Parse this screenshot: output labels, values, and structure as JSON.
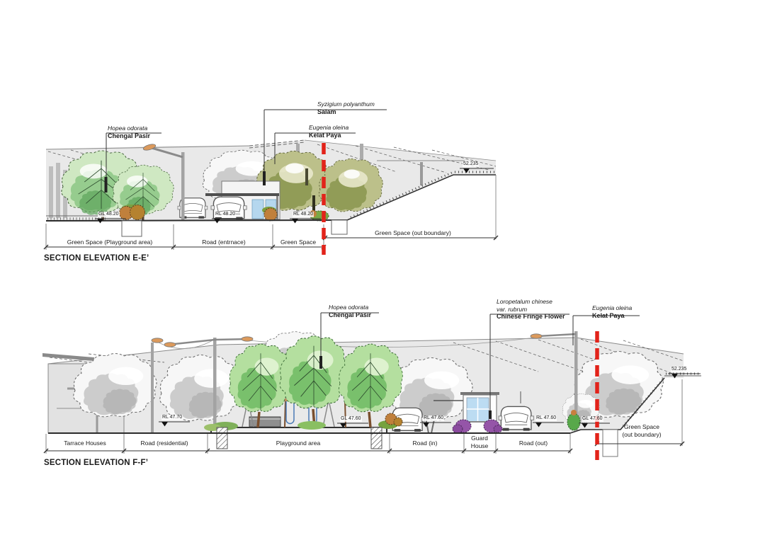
{
  "ee": {
    "title": "SECTION ELEVATION E-E’",
    "plants": [
      {
        "species": "Hopea odorata",
        "common": "Chengal Pasir"
      },
      {
        "species": "Syzigium polyanthum",
        "common": "Salam"
      },
      {
        "species": "Eugenia oleina",
        "common": "Kelat Paya"
      }
    ],
    "levels": [
      {
        "value": "GL 48.20"
      },
      {
        "value": "RL 48.20"
      },
      {
        "value": "RL 48.20"
      },
      {
        "value": "52.235"
      }
    ],
    "zones": [
      {
        "label": "Green Space (Playground area)"
      },
      {
        "label": "Road (entrnace)"
      },
      {
        "label": "Green Space"
      },
      {
        "label": "Green Space (out boundary)"
      }
    ]
  },
  "ff": {
    "title": "SECTION ELEVATION F-F’",
    "plants": [
      {
        "species": "Hopea odorata",
        "common": "Chengal Pasir"
      },
      {
        "species": "Loropetalum chinese",
        "species_line2": "var. rubrum",
        "common": "Chinese Fringe Flower"
      },
      {
        "species": "Eugenia oleina",
        "common": "Kelat Paya"
      }
    ],
    "levels": [
      {
        "value": "RL 47.70"
      },
      {
        "value": "GL 47.60"
      },
      {
        "value": "RL 47.60"
      },
      {
        "value": "RL 47.60"
      },
      {
        "value": "GL 47.60"
      },
      {
        "value": "52.235"
      }
    ],
    "zones": [
      {
        "label": "Tarrace Houses"
      },
      {
        "label": "Road (residential)"
      },
      {
        "label": "Playground area"
      },
      {
        "label": "Road (in)"
      },
      {
        "label": "Guard House",
        "line1": "Guard",
        "line2": "House"
      },
      {
        "label": "Road (out)"
      },
      {
        "label": "Green Space (out boundary)",
        "line1": "Green Space",
        "line2": "(out boundary)"
      }
    ]
  },
  "colors": {
    "section_cut_line": "#e2231a",
    "green_tree": "#8cc785",
    "olive_tree": "#8c9851",
    "purple_shrub": "#9555a8",
    "lamp_head": "#dc9a5c"
  }
}
